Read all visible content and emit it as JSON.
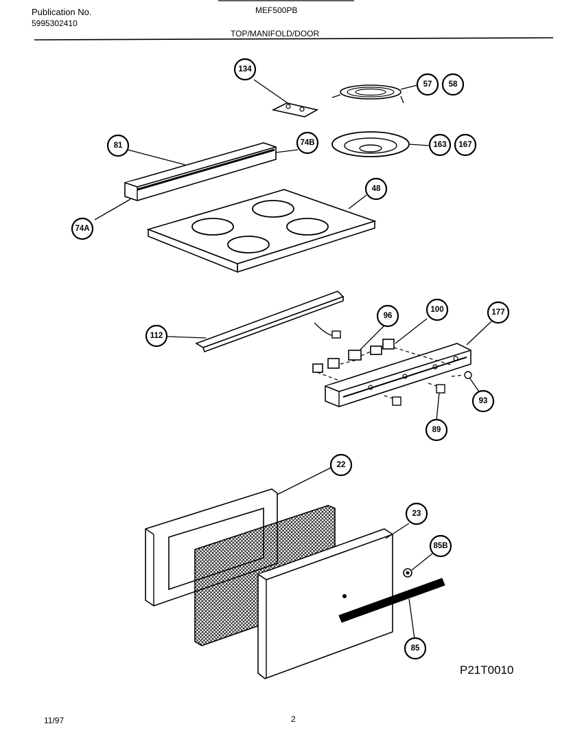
{
  "header": {
    "publication_label": "Publication No.",
    "publication_number": "5995302410",
    "model": "MEF500PB",
    "section_title": "TOP/MANIFOLD/DOOR"
  },
  "footer": {
    "date": "11/97",
    "page": "2",
    "drawing_code": "P21T0010"
  },
  "callouts": [
    "134",
    "57",
    "58",
    "81",
    "74B",
    "163",
    "167",
    "48",
    "74A",
    "112",
    "96",
    "100",
    "177",
    "93",
    "89",
    "22",
    "23",
    "85B",
    "85"
  ]
}
